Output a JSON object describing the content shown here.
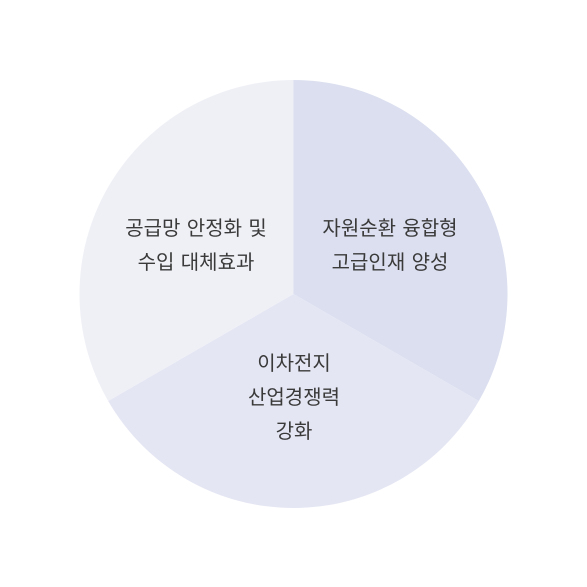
{
  "diagram": {
    "segments": [
      {
        "id": "right",
        "color": "#dbdfef",
        "lines": [
          "자원순환 융합형",
          "고급인재 양성"
        ]
      },
      {
        "id": "bottom",
        "color": "#e4e6f3",
        "lines": [
          "이차전지",
          "산업경쟁력",
          "강화"
        ]
      },
      {
        "id": "left",
        "color": "#eff0f6",
        "lines": [
          "공급망 안정화 및",
          "수입 대체효과"
        ]
      }
    ]
  }
}
